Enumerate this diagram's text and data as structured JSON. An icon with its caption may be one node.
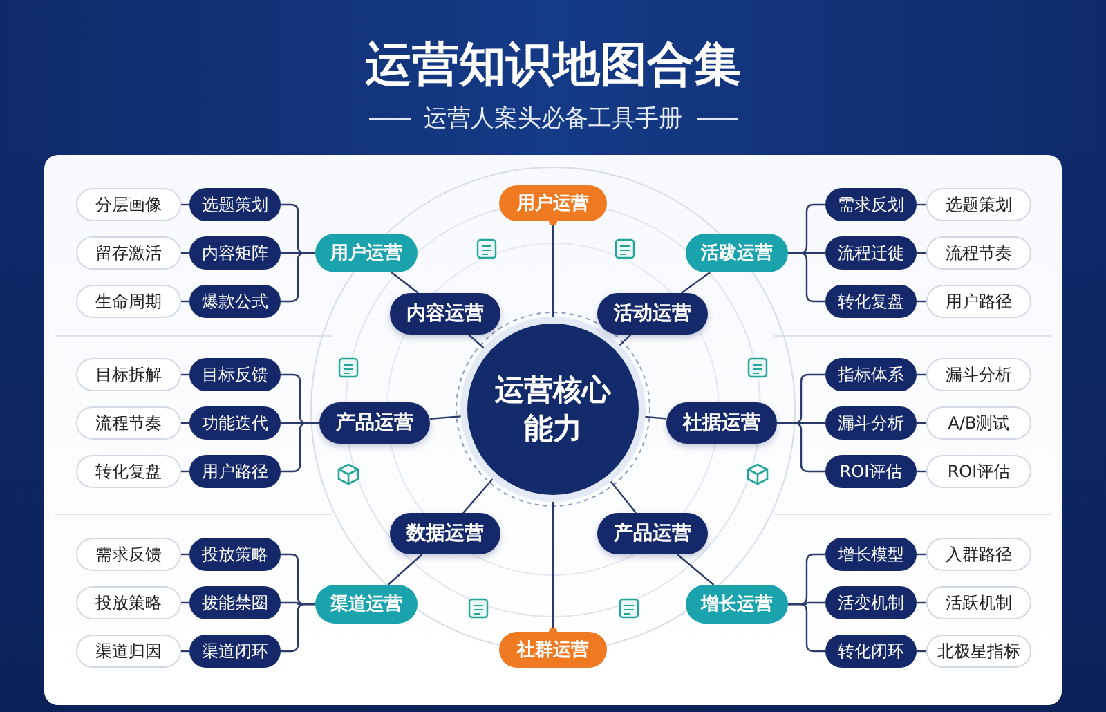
{
  "diagram": {
    "title": "运营知识地图合集",
    "nodes": [
      {
        "text": [
          "运营核心能力"
        ]
      },
      {
        "text": [
          "用户运营"
        ]
      },
      {
        "text": [
          "内容运营"
        ]
      },
      {
        "text": [
          "活动运营"
        ]
      },
      {
        "text": [
          "产品运营"
        ]
      },
      {
        "text": [
          "社据运营"
        ]
      },
      {
        "text": [
          "数据运营"
        ]
      },
      {
        "text": [
          "产品运营"
        ]
      },
      {
        "text": [
          "社群运营"
        ]
      },
      {
        "text": [
          "用户运营"
        ]
      },
      {
        "text": [
          "活跋运营"
        ]
      },
      {
        "text": [
          "渠道运营"
        ]
      },
      {
        "text": [
          "增长运营"
        ]
      },
      {
        "text": [
          "选题策划"
        ]
      },
      {
        "text": [
          "分层画像"
        ]
      },
      {
        "text": [
          "内容矩阵"
        ]
      },
      {
        "text": [
          "留存激活"
        ]
      },
      {
        "text": [
          "爆款公式"
        ]
      },
      {
        "text": [
          "生命周期"
        ]
      },
      {
        "text": [
          "需求反划"
        ]
      },
      {
        "text": [
          "选题策划"
        ]
      },
      {
        "text": [
          "流程迁徙"
        ]
      },
      {
        "text": [
          "流程节奏"
        ]
      },
      {
        "text": [
          "转化复盘"
        ]
      },
      {
        "text": [
          "用户路径"
        ]
      },
      {
        "text": [
          "目标反馈"
        ]
      },
      {
        "text": [
          "目标拆解"
        ]
      },
      {
        "text": [
          "功能迭代"
        ]
      },
      {
        "text": [
          "流程节奏"
        ]
      },
      {
        "text": [
          "用户路径"
        ]
      },
      {
        "text": [
          "转化复盘"
        ]
      },
      {
        "text": [
          "指标体系"
        ]
      },
      {
        "text": [
          "漏斗分析"
        ]
      },
      {
        "text": [
          "漏斗分析"
        ]
      },
      {
        "text": [
          "A/B测试"
        ]
      },
      {
        "text": [
          "ROI评估"
        ]
      },
      {
        "text": [
          "ROI评估"
        ]
      },
      {
        "text": [
          "投放策略"
        ]
      },
      {
        "text": [
          "需求反馈"
        ]
      },
      {
        "text": [
          "拨能禁圈"
        ]
      },
      {
        "text": [
          "投放策略"
        ]
      },
      {
        "text": [
          "渠道闭环"
        ]
      },
      {
        "text": [
          "渠道归因"
        ]
      },
      {
        "text": [
          "增长模型"
        ]
      },
      {
        "text": [
          "入群路径"
        ]
      },
      {
        "text": [
          "活变机制"
        ]
      },
      {
        "text": [
          "活跃机制"
        ]
      },
      {
        "text": [
          "转化闭环"
        ]
      },
      {
        "text": [
          "北极星指标"
        ]
      }
    ],
    "edges": [
      {
        "from": 1,
        "to": 0,
        "arrow": "other"
      },
      {
        "from": 2,
        "to": 0,
        "arrow": "other"
      },
      {
        "from": 3,
        "to": 0,
        "arrow": "other"
      },
      {
        "from": 4,
        "to": 0,
        "arrow": "other"
      },
      {
        "from": 5,
        "to": 0,
        "arrow": "other"
      },
      {
        "from": 6,
        "to": 0,
        "arrow": "other"
      },
      {
        "from": 7,
        "to": 0,
        "arrow": "other"
      },
      {
        "from": 8,
        "to": 0,
        "arrow": "other"
      },
      {
        "from": 2,
        "to": 9,
        "arrow": "none"
      },
      {
        "from": 3,
        "to": 10,
        "arrow": "none"
      },
      {
        "from": 6,
        "to": 11,
        "arrow": "none"
      },
      {
        "from": 7,
        "to": 12,
        "arrow": "none"
      },
      {
        "from": 9,
        "to": 13,
        "arrow": "none"
      },
      {
        "from": 9,
        "to": 15,
        "arrow": "none"
      },
      {
        "from": 9,
        "to": 17,
        "arrow": "none"
      },
      {
        "from": 10,
        "to": 19,
        "arrow": "none"
      },
      {
        "from": 10,
        "to": 21,
        "arrow": "none"
      },
      {
        "from": 10,
        "to": 23,
        "arrow": "none"
      },
      {
        "from": 4,
        "to": 25,
        "arrow": "none"
      },
      {
        "from": 4,
        "to": 27,
        "arrow": "none"
      },
      {
        "from": 4,
        "to": 29,
        "arrow": "none"
      },
      {
        "from": 5,
        "to": 31,
        "arrow": "none"
      },
      {
        "from": 5,
        "to": 33,
        "arrow": "none"
      },
      {
        "from": 5,
        "to": 35,
        "arrow": "none"
      },
      {
        "from": 11,
        "to": 37,
        "arrow": "none"
      },
      {
        "from": 11,
        "to": 39,
        "arrow": "none"
      },
      {
        "from": 11,
        "to": 41,
        "arrow": "none"
      },
      {
        "from": 12,
        "to": 43,
        "arrow": "none"
      },
      {
        "from": 12,
        "to": 45,
        "arrow": "none"
      },
      {
        "from": 12,
        "to": 47,
        "arrow": "none"
      },
      {
        "from": 13,
        "to": 14,
        "arrow": "none"
      },
      {
        "from": 15,
        "to": 16,
        "arrow": "none"
      },
      {
        "from": 17,
        "to": 18,
        "arrow": "none"
      },
      {
        "from": 19,
        "to": 20,
        "arrow": "none"
      },
      {
        "from": 21,
        "to": 22,
        "arrow": "none"
      },
      {
        "from": 23,
        "to": 24,
        "arrow": "none"
      },
      {
        "from": 25,
        "to": 26,
        "arrow": "none"
      },
      {
        "from": 27,
        "to": 28,
        "arrow": "none"
      },
      {
        "from": 29,
        "to": 30,
        "arrow": "none"
      },
      {
        "from": 31,
        "to": 32,
        "arrow": "none"
      },
      {
        "from": 33,
        "to": 34,
        "arrow": "none"
      },
      {
        "from": 35,
        "to": 36,
        "arrow": "none"
      },
      {
        "from": 37,
        "to": 38,
        "arrow": "none"
      },
      {
        "from": 39,
        "to": 40,
        "arrow": "none"
      },
      {
        "from": 41,
        "to": 42,
        "arrow": "none"
      },
      {
        "from": 43,
        "to": 44,
        "arrow": "none"
      },
      {
        "from": 45,
        "to": 46,
        "arrow": "none"
      },
      {
        "from": 47,
        "to": 48,
        "arrow": "none"
      }
    ],
    "labels": [
      "运营人案头必备工具手册"
    ]
  }
}
